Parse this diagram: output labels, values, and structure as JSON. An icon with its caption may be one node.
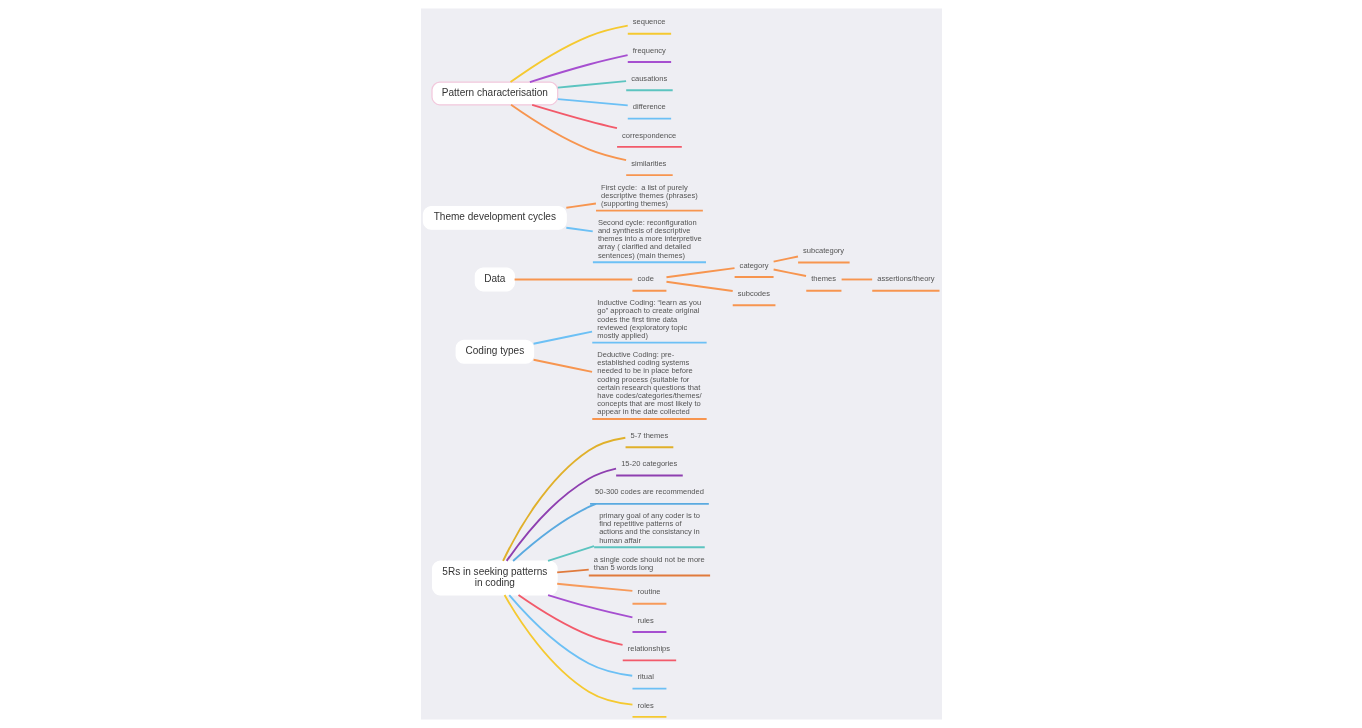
{
  "diagram": {
    "nodes": [
      {
        "text": [
          "5Rs in seeking patterns in coding"
        ]
      },
      {
        "text": [
          "5-7 themes"
        ]
      },
      {
        "text": [
          "15-20 categories"
        ]
      },
      {
        "text": [
          "50-300 codes are recommended"
        ]
      },
      {
        "text": [
          "primary goal of any coder is to find repetitive patterns of actions and the consistancy in human affair"
        ]
      },
      {
        "text": [
          "a single code should not be more than 5 words long"
        ]
      },
      {
        "text": [
          "routine"
        ]
      },
      {
        "text": [
          "rules"
        ]
      },
      {
        "text": [
          "relationships"
        ]
      },
      {
        "text": [
          "ritual"
        ]
      },
      {
        "text": [
          "roles"
        ]
      },
      {
        "text": [
          "Coding types"
        ]
      },
      {
        "text": [
          "Inductive Coding: “learn as you go” approach to create original codes the first time data reviewed (exploratory topic mostly applied)"
        ]
      },
      {
        "text": [
          "Deductive Coding: pre-established coding systems needed to be in place before coding process (suitable for certain research questions that have codes/categories/themes/ concepts that are most likely to appear in the date collected"
        ]
      },
      {
        "text": [
          "Data"
        ]
      },
      {
        "text": [
          "code"
        ]
      },
      {
        "text": [
          "category"
        ]
      },
      {
        "text": [
          "subcodes"
        ]
      },
      {
        "text": [
          "subcategory"
        ]
      },
      {
        "text": [
          "themes"
        ]
      },
      {
        "text": [
          "assertions/theory"
        ]
      },
      {
        "text": [
          "Theme development cycles"
        ]
      },
      {
        "text": [
          "First cycle:  a list of purely descriptive themes (phrases) (supporting themes)"
        ]
      },
      {
        "text": [
          "Second cycle: reconfiguration and synthesis of descriptive themes into a more interpretive array ( clarified and detailed sentences) (main themes)"
        ]
      },
      {
        "text": [
          "Pattern characterisation"
        ]
      },
      {
        "text": [
          "sequence"
        ]
      },
      {
        "text": [
          "frequency"
        ]
      },
      {
        "text": [
          "causations"
        ]
      },
      {
        "text": [
          "difference"
        ]
      },
      {
        "text": [
          "correspondence"
        ]
      },
      {
        "text": [
          "similarities"
        ]
      }
    ],
    "edges": [
      {
        "from": 0,
        "to": 1,
        "arrow": "none",
        "color": "#e0b02a"
      },
      {
        "from": 0,
        "to": 2,
        "arrow": "none",
        "color": "#8e3fb0"
      },
      {
        "from": 0,
        "to": 3,
        "arrow": "none",
        "color": "#5aaae0"
      },
      {
        "from": 0,
        "to": 4,
        "arrow": "none",
        "color": "#5cc4c0"
      },
      {
        "from": 0,
        "to": 5,
        "arrow": "none",
        "color": "#e07a3c"
      },
      {
        "from": 0,
        "to": 6,
        "arrow": "none",
        "color": "#f79a5a"
      },
      {
        "from": 0,
        "to": 7,
        "arrow": "none",
        "color": "#a64fd0"
      },
      {
        "from": 0,
        "to": 8,
        "arrow": "none",
        "color": "#f25a6a"
      },
      {
        "from": 0,
        "to": 9,
        "arrow": "none",
        "color": "#6cc0f5"
      },
      {
        "from": 0,
        "to": 10,
        "arrow": "none",
        "color": "#f5c930"
      },
      {
        "from": 11,
        "to": 12,
        "arrow": "none",
        "color": "#6cc0f5"
      },
      {
        "from": 11,
        "to": 13,
        "arrow": "none",
        "color": "#f7954f"
      },
      {
        "from": 14,
        "to": 15,
        "arrow": "none",
        "color": "#f7954f"
      },
      {
        "from": 15,
        "to": 16,
        "arrow": "none",
        "color": "#f7954f"
      },
      {
        "from": 15,
        "to": 17,
        "arrow": "none",
        "color": "#f7954f"
      },
      {
        "from": 16,
        "to": 18,
        "arrow": "none",
        "color": "#f7954f"
      },
      {
        "from": 16,
        "to": 19,
        "arrow": "none",
        "color": "#f7954f"
      },
      {
        "from": 19,
        "to": 20,
        "arrow": "none",
        "color": "#f7954f"
      },
      {
        "from": 21,
        "to": 22,
        "arrow": "none",
        "color": "#f7954f"
      },
      {
        "from": 21,
        "to": 23,
        "arrow": "none",
        "color": "#6cc0f5"
      },
      {
        "from": 24,
        "to": 25,
        "arrow": "none",
        "color": "#f5c930"
      },
      {
        "from": 24,
        "to": 26,
        "arrow": "none",
        "color": "#a64fd0"
      },
      {
        "from": 24,
        "to": 27,
        "arrow": "none",
        "color": "#5cc4c0"
      },
      {
        "from": 24,
        "to": 28,
        "arrow": "none",
        "color": "#6cc0f5"
      },
      {
        "from": 24,
        "to": 29,
        "arrow": "none",
        "color": "#f25a6a"
      },
      {
        "from": 24,
        "to": 30,
        "arrow": "none",
        "color": "#f7954f"
      }
    ]
  }
}
